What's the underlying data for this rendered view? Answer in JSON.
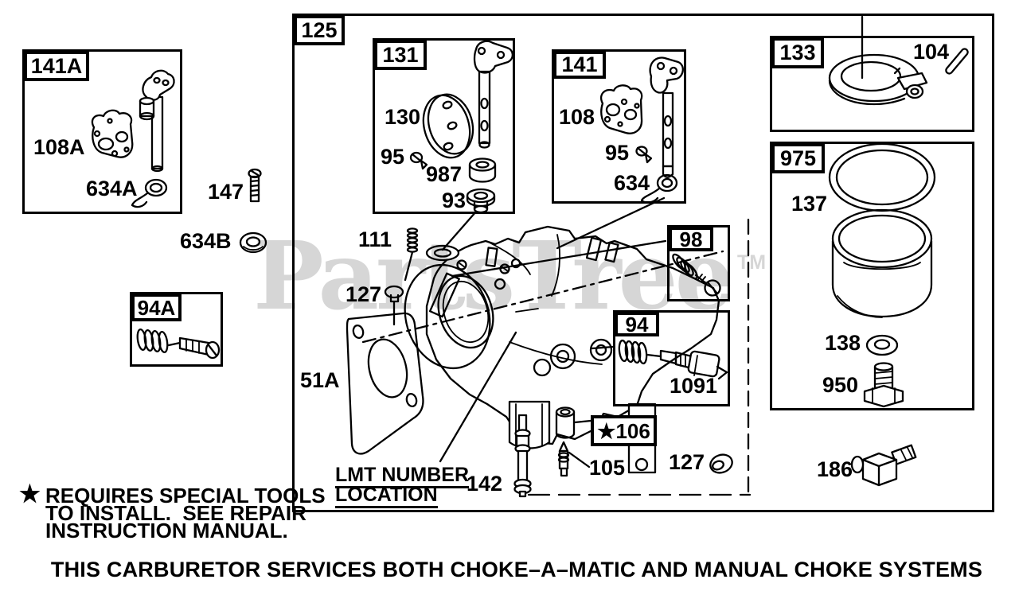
{
  "diagram": {
    "footer": "THIS CARBURETOR SERVICES BOTH CHOKE–A–MATIC AND MANUAL CHOKE SYSTEMS",
    "watermark": {
      "name": "PartsTree",
      "tm": "TM"
    },
    "special_note": {
      "symbol": "★",
      "lines": [
        "REQUIRES SPECIAL TOOLS",
        "TO INSTALL.  SEE REPAIR",
        "INSTRUCTION MANUAL."
      ]
    },
    "lmt_note": {
      "line1": "LMT NUMBER",
      "line2": "LOCATION"
    }
  },
  "groups": {
    "g125": {
      "label": "125"
    },
    "g141A": {
      "label": "141A"
    },
    "g131": {
      "label": "131"
    },
    "g141": {
      "label": "141"
    },
    "g133": {
      "label": "133"
    },
    "g975": {
      "label": "975"
    },
    "g98": {
      "label": "98"
    },
    "g94": {
      "label": "94"
    },
    "g94A": {
      "label": "94A"
    },
    "g106": {
      "label": "★106"
    }
  },
  "parts": {
    "p108A": "108A",
    "p634A": "634A",
    "p147": "147",
    "p634B": "634B",
    "p51A": "51A",
    "p130": "130",
    "p95_throttle": "95",
    "p987": "987",
    "p93": "93",
    "p108": "108",
    "p95_choke": "95",
    "p634": "634",
    "p104": "104",
    "p137": "137",
    "p138": "138",
    "p950": "950",
    "p111": "111",
    "p127_body": "127",
    "p1091": "1091",
    "p142": "142",
    "p105": "105",
    "p127_bowl": "127",
    "p186": "186"
  }
}
